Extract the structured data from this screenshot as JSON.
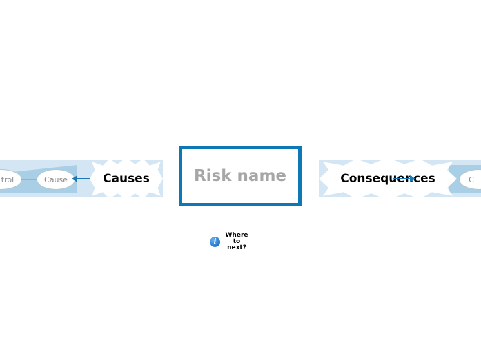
{
  "diagram": {
    "type": "bowtie-risk-diagram",
    "center": {
      "risk_name_label": "Risk name",
      "risk_name_color": "#a6a6a6",
      "border_color": "#0d78b4"
    },
    "left_branch": {
      "starburst_label": "Causes",
      "band_color_outer": "#d4e6f3",
      "band_color_inner": "#a9cfe6",
      "nodes": [
        {
          "id": "control",
          "label": "trol"
        },
        {
          "id": "cause",
          "label": "Cause"
        }
      ],
      "arrow_direction": "left",
      "arrow_color": "#1b7ab5"
    },
    "right_branch": {
      "starburst_label": "Consequences",
      "band_color_outer": "#d4e6f3",
      "band_color_inner": "#a9cfe6",
      "nodes": [
        {
          "id": "consequence",
          "label": "C"
        }
      ],
      "arrow_direction": "right",
      "arrow_color": "#1b7ab5"
    },
    "footer": {
      "info_icon": "info-icon",
      "label": "Where to next?",
      "label_line1": "Where",
      "label_line2": "to",
      "label_line3": "next?"
    }
  }
}
